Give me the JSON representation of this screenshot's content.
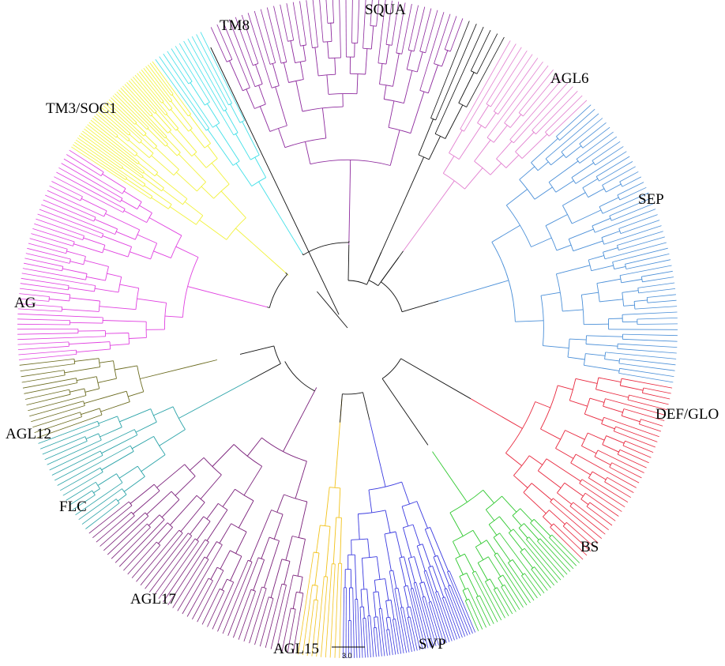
{
  "figure": {
    "background": "#ffffff",
    "scale_bar_label": "3.0"
  },
  "clades": [
    {
      "key": "sqna",
      "name": "SQUA",
      "color": "#8e2a9e",
      "leaves": 40
    },
    {
      "key": "black1",
      "name": "",
      "color": "#111111",
      "leaves": 6
    },
    {
      "key": "agl6",
      "name": "AGL6",
      "color": "#e27fd0",
      "leaves": 16
    },
    {
      "key": "sep",
      "name": "SEP",
      "color": "#4a8fd8",
      "leaves": 52
    },
    {
      "key": "defglo",
      "name": "DEF/GLO",
      "color": "#e8263c",
      "leaves": 36
    },
    {
      "key": "bs",
      "name": "BS",
      "color": "#2ec82e",
      "leaves": 30
    },
    {
      "key": "svp",
      "name": "SVP",
      "color": "#3a3ae0",
      "leaves": 50
    },
    {
      "key": "agl15",
      "name": "AGL15",
      "color": "#f2c21a",
      "leaves": 10
    },
    {
      "key": "agl17",
      "name": "AGL17",
      "color": "#7a1f7a",
      "leaves": 44
    },
    {
      "key": "flc",
      "name": "FLC",
      "color": "#2aa3a8",
      "leaves": 18
    },
    {
      "key": "agl12",
      "name": "AGL12",
      "color": "#6b6b1f",
      "leaves": 14
    },
    {
      "key": "ag",
      "name": "AG",
      "color": "#e040e0",
      "leaves": 44
    },
    {
      "key": "tm3",
      "name": "TM3/SOC1",
      "color": "#f2f23a",
      "leaves": 44
    },
    {
      "key": "black2",
      "name": "",
      "color": "#111111",
      "leaves": 3
    },
    {
      "key": "tm8",
      "name": "TM8",
      "color": "#40e0e8",
      "leaves": 12
    }
  ]
}
